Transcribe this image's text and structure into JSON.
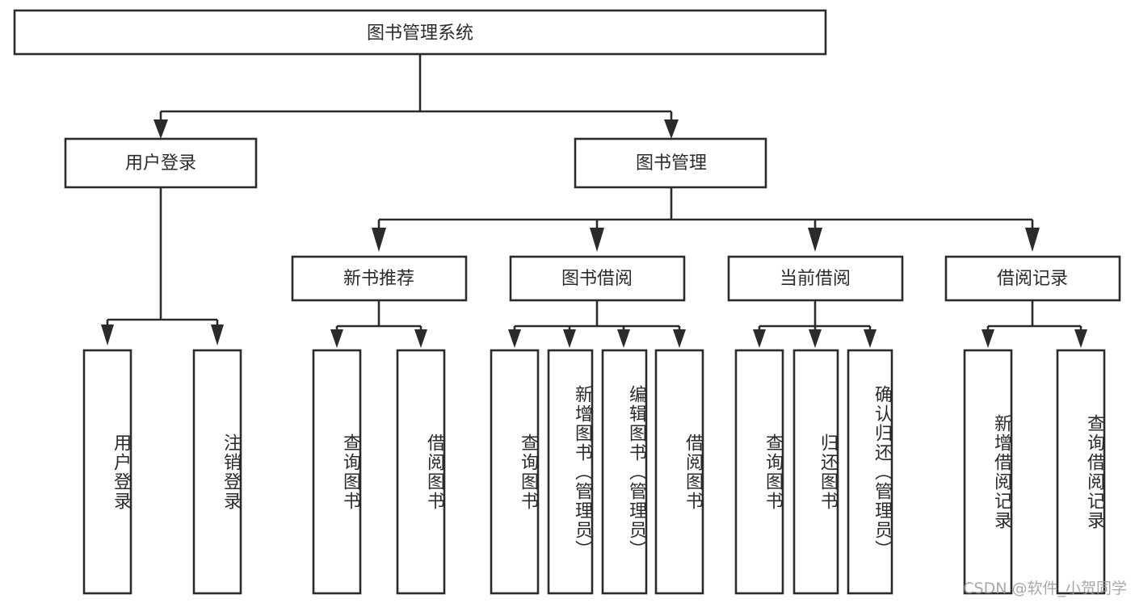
{
  "diagram": {
    "type": "tree",
    "title": "图书管理系统",
    "orientation": "top-down",
    "colors": {
      "box_fill": "#ffffff",
      "box_stroke": "#2b2b2b",
      "text": "#2b2b2b",
      "watermark": "#9a9a9a",
      "background": "#ffffff"
    },
    "nodes": {
      "root": {
        "label": "图书管理系统",
        "level": 1,
        "text_direction": "horizontal"
      },
      "l2": [
        {
          "label": "用户登录",
          "level": 2,
          "text_direction": "horizontal"
        },
        {
          "label": "图书管理",
          "level": 2,
          "text_direction": "horizontal"
        }
      ],
      "l3": [
        {
          "label": "新书推荐",
          "level": 3,
          "text_direction": "horizontal"
        },
        {
          "label": "图书借阅",
          "level": 3,
          "text_direction": "horizontal"
        },
        {
          "label": "当前借阅",
          "level": 3,
          "text_direction": "horizontal"
        },
        {
          "label": "借阅记录",
          "level": 3,
          "text_direction": "horizontal"
        }
      ],
      "leaves": [
        {
          "label": "用户登录",
          "parent": "用户登录",
          "text_direction": "vertical"
        },
        {
          "label": "注销登录",
          "parent": "用户登录",
          "text_direction": "vertical"
        },
        {
          "label": "查询图书",
          "parent": "新书推荐",
          "text_direction": "vertical"
        },
        {
          "label": "借阅图书",
          "parent": "新书推荐",
          "text_direction": "vertical"
        },
        {
          "label": "查询图书",
          "parent": "图书借阅",
          "text_direction": "vertical"
        },
        {
          "label": "新增图书（管理员）",
          "parent": "图书借阅",
          "text_direction": "vertical"
        },
        {
          "label": "编辑图书（管理员）",
          "parent": "图书借阅",
          "text_direction": "vertical"
        },
        {
          "label": "借阅图书",
          "parent": "图书借阅",
          "text_direction": "vertical"
        },
        {
          "label": "查询图书",
          "parent": "当前借阅",
          "text_direction": "vertical"
        },
        {
          "label": "归还图书",
          "parent": "当前借阅",
          "text_direction": "vertical"
        },
        {
          "label": "确认归还（管理员）",
          "parent": "当前借阅",
          "text_direction": "vertical"
        },
        {
          "label": "新增借阅记录",
          "parent": "借阅记录",
          "text_direction": "vertical"
        },
        {
          "label": "查询借阅记录",
          "parent": "借阅记录",
          "text_direction": "vertical"
        }
      ]
    }
  },
  "watermark": {
    "text": "CSDN @软件_小贺同学"
  }
}
